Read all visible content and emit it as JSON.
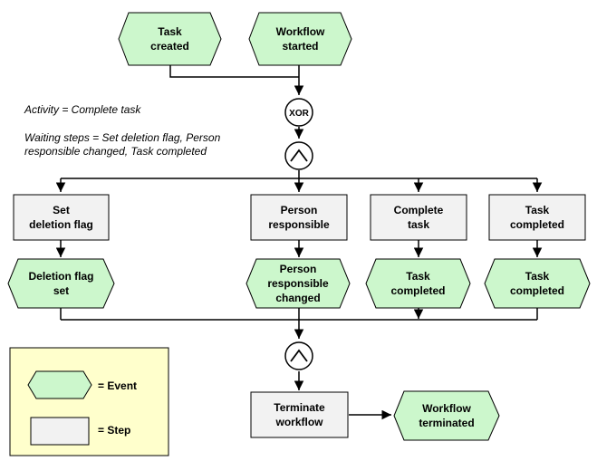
{
  "colors": {
    "event_fill": "#ccf7cc",
    "step_fill": "#f2f2f2",
    "legend_fill": "#ffffcc",
    "stroke": "#000000"
  },
  "events": {
    "task_created": "Task\ncreated",
    "workflow_started": "Workflow\nstarted",
    "deletion_flag_set": "Deletion flag\nset",
    "person_responsible_changed": "Person\nresponsible\nchanged",
    "task_completed_1": "Task\ncompleted",
    "task_completed_2": "Task\ncompleted",
    "workflow_terminated": "Workflow\nterminated"
  },
  "steps": {
    "set_deletion_flag": "Set\ndeletion flag",
    "person_responsible": "Person\nresponsible",
    "complete_task": "Complete\ntask",
    "task_completed": "Task\ncompleted",
    "terminate_workflow": "Terminate\nworkflow"
  },
  "operators": {
    "xor": "XOR",
    "and_top_icon": "and-operator-icon",
    "and_bottom_icon": "and-operator-icon"
  },
  "notes": {
    "activity": "Activity = Complete task",
    "waiting": "Waiting steps = Set deletion flag, Person\nresponsible changed, Task completed"
  },
  "legend": {
    "event": "= Event",
    "step": "= Step"
  }
}
